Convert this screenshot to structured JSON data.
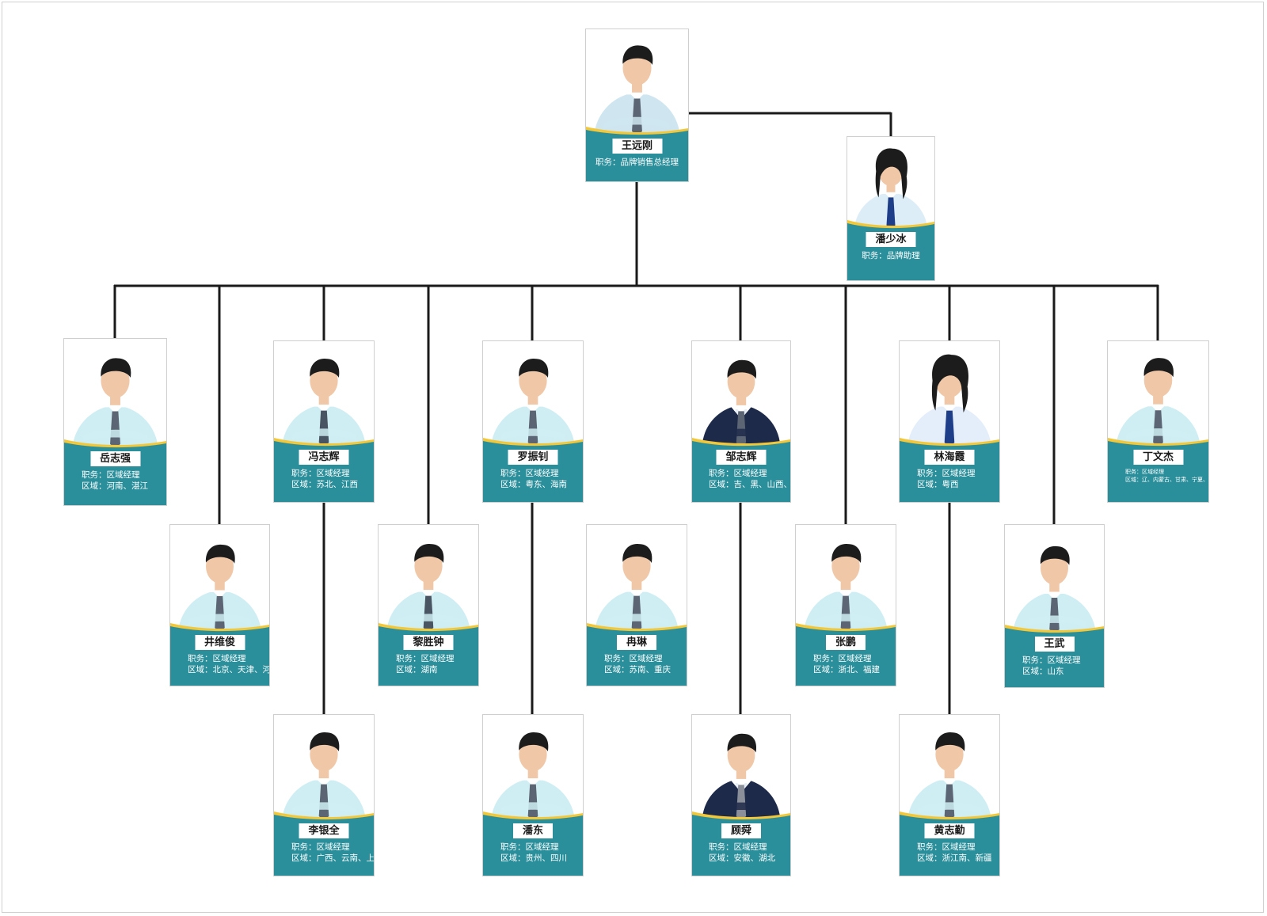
{
  "role_prefix": "职务：",
  "region_prefix": "区域：",
  "people": [
    {
      "id": "p0",
      "name": "王远刚",
      "role": "品牌销售总经理",
      "region": null,
      "shirt": "#cfe6f1",
      "tie": "#5b6573",
      "gender": "m"
    },
    {
      "id": "p1",
      "name": "潘少冰",
      "role": "品牌助理",
      "region": null,
      "shirt": "#dcedf7",
      "tie": "#1f3e8a",
      "gender": "f"
    },
    {
      "id": "p2",
      "name": "岳志强",
      "role": "区域经理",
      "region": "河南、湛江",
      "shirt": "#cfeef3",
      "tie": "#5b6573",
      "gender": "m"
    },
    {
      "id": "p3",
      "name": "冯志辉",
      "role": "区域经理",
      "region": "苏北、江西",
      "shirt": "#cfeef3",
      "tie": "#4a5563",
      "gender": "m"
    },
    {
      "id": "p4",
      "name": "罗振钊",
      "role": "区域经理",
      "region": "粤东、海南",
      "shirt": "#cfeef3",
      "tie": "#5b6573",
      "gender": "m"
    },
    {
      "id": "p5",
      "name": "邹志辉",
      "role": "区域经理",
      "region": "吉、黑、山西、陕西",
      "shirt": "#1e2a4a",
      "tie": "#5b6573",
      "gender": "m",
      "suit": true
    },
    {
      "id": "p6",
      "name": "林海霞",
      "role": "区域经理",
      "region": "粤西",
      "shirt": "#e3eefa",
      "tie": "#1f3e8a",
      "gender": "f"
    },
    {
      "id": "p7",
      "name": "丁文杰",
      "role": "区域经理",
      "region": "辽、内蒙古、甘肃、宁夏、青海、西藏",
      "shirt": "#cfeef3",
      "tie": "#5b6573",
      "gender": "m"
    },
    {
      "id": "p8",
      "name": "井维俊",
      "role": "区域经理",
      "region": "北京、天津、河北",
      "shirt": "#cfeef3",
      "tie": "#5b6573",
      "gender": "m"
    },
    {
      "id": "p9",
      "name": "黎胜钟",
      "role": "区域经理",
      "region": "湖南",
      "shirt": "#cfeef3",
      "tie": "#4a5563",
      "gender": "m"
    },
    {
      "id": "p10",
      "name": "冉琳",
      "role": "区域经理",
      "region": "苏南、重庆",
      "shirt": "#cfeef3",
      "tie": "#5b6573",
      "gender": "m"
    },
    {
      "id": "p11",
      "name": "张鹏",
      "role": "区域经理",
      "region": "浙北、福建",
      "shirt": "#cfeef3",
      "tie": "#5b6573",
      "gender": "m"
    },
    {
      "id": "p12",
      "name": "王武",
      "role": "区域经理",
      "region": "山东",
      "shirt": "#cfeef3",
      "tie": "#5b6573",
      "gender": "m"
    },
    {
      "id": "p13",
      "name": "李银全",
      "role": "区域经理",
      "region": "广西、云南、上海",
      "shirt": "#cfeef3",
      "tie": "#5b6573",
      "gender": "m"
    },
    {
      "id": "p14",
      "name": "潘东",
      "role": "区域经理",
      "region": "贵州、四川",
      "shirt": "#cfeef3",
      "tie": "#5b6573",
      "gender": "m"
    },
    {
      "id": "p15",
      "name": "顾舜",
      "role": "区域经理",
      "region": "安徽、湖北",
      "shirt": "#1e2a4a",
      "tie": "#8a8f99",
      "gender": "m",
      "suit": true
    },
    {
      "id": "p16",
      "name": "黄志勤",
      "role": "区域经理",
      "region": "浙江南、新疆",
      "shirt": "#cfeef3",
      "tie": "#5b6573",
      "gender": "m"
    }
  ]
}
